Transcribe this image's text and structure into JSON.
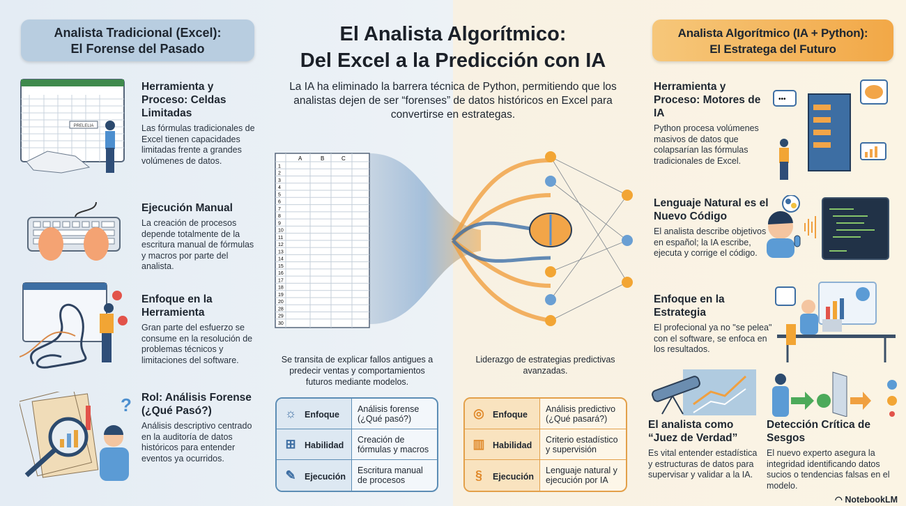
{
  "title": {
    "line1": "El Analista Algorítmico:",
    "line2": "Del Excel a la Predicción con IA"
  },
  "subtitle": "La IA ha eliminado la barrera técnica de Python, permitiendo que los analistas dejen de ser “forenses” de datos históricos en Excel para convertirse en estrategas.",
  "left": {
    "header": {
      "line1": "Analista Tradicional (Excel):",
      "line2": "El Forense del Pasado"
    },
    "items": [
      {
        "title": "Herramienta y Proceso: Celdas Limitadas",
        "text": "Las fórmulas tradicionales de Excel tienen capacidades limitadas frente a grandes volúmenes de datos.",
        "icon": "spreadsheet-frustrated-icon",
        "label": "PRELELIA"
      },
      {
        "title": "Ejecución Manual",
        "text": "La creación de procesos depende totalmente de la escritura manual de fórmulas y macros por parte del analista.",
        "icon": "keyboard-hands-icon"
      },
      {
        "title": "Enfoque en la Herramienta",
        "text": "Gran parte del esfuerzo se consume en la resolución de problemas técnicos y limitaciones del software.",
        "icon": "tangled-cables-icon"
      },
      {
        "title": "Rol: Análisis Forense (¿Qué Pasó?)",
        "text": "Análisis descriptivo centrado en la auditoría de datos históricos para entender eventos ya ocurridos.",
        "icon": "magnifier-report-icon"
      }
    ],
    "caption": "Se transita de explicar fallos antigues a predecir ventas y comportamientos futuros mediante modelos.",
    "table": [
      {
        "key": "Enfoque",
        "value": "Análisis forense (¿Qué pasó?)",
        "icon": "sun-icon"
      },
      {
        "key": "Habilidad",
        "value": "Creación de fórmulas y macros",
        "icon": "nodes-icon"
      },
      {
        "key": "Ejecución",
        "value": "Escritura manual de procesos",
        "icon": "edit-document-icon"
      }
    ]
  },
  "right": {
    "header": {
      "line1": "Analista Algorítmico (IA + Python):",
      "line2": "El Estratega del Futuro"
    },
    "items": [
      {
        "title": "Herramienta y Proceso: Motores de IA",
        "text": "Python procesa volúmenes masivos de datos que colapsarían las fórmulas tradicionales de Excel.",
        "icon": "server-brain-icon"
      },
      {
        "title": "Lenguaje Natural es el Nuevo Código",
        "text": "El analista describe objetivos en español; la IA escribe, ejecuta y corrige el código.",
        "icon": "voice-code-icon"
      },
      {
        "title": "Enfoque en la Estrategia",
        "text": "El profecional ya no \"se pelea\" con el software, se enfoca en los resultados.",
        "icon": "desk-dashboard-icon"
      },
      {
        "title": "El analista como “Juez de Verdad”",
        "text": "Es vital entender estadística y estructuras de datos para supervisar y validar a la IA.",
        "icon": "telescope-icon"
      },
      {
        "title": "Detección Crítica de Sesgos",
        "text": "El nuevo experto asegura la integridad identificando datos sucios o tendencias falsas en el modelo.",
        "icon": "filter-bias-icon"
      }
    ],
    "caption": "Liderazgo de estrategias predictivas avanzadas.",
    "table": [
      {
        "key": "Enfoque",
        "value": "Análisis predictivo (¿Qué pasará?)",
        "icon": "target-icon"
      },
      {
        "key": "Habilidad",
        "value": "Criterio estadístico y supervisión",
        "icon": "bar-chart-icon"
      },
      {
        "key": "Ejecución",
        "value": "Lenguaje natural y ejecución por IA",
        "icon": "python-icon"
      }
    ]
  },
  "center": {
    "columns": [
      "A",
      "B",
      "C"
    ],
    "rows": [
      "1",
      "2",
      "3",
      "4",
      "5",
      "6",
      "7",
      "8",
      "9",
      "10",
      "11",
      "12",
      "13",
      "14",
      "15",
      "16",
      "17",
      "18",
      "19",
      "20",
      "28",
      "29",
      "30"
    ]
  },
  "logo": "NotebookLM",
  "colors": {
    "blue": "#5c8db5",
    "orange": "#f0a040",
    "leftBg": "#e7eef5",
    "rightBg": "#fbf4e4"
  }
}
